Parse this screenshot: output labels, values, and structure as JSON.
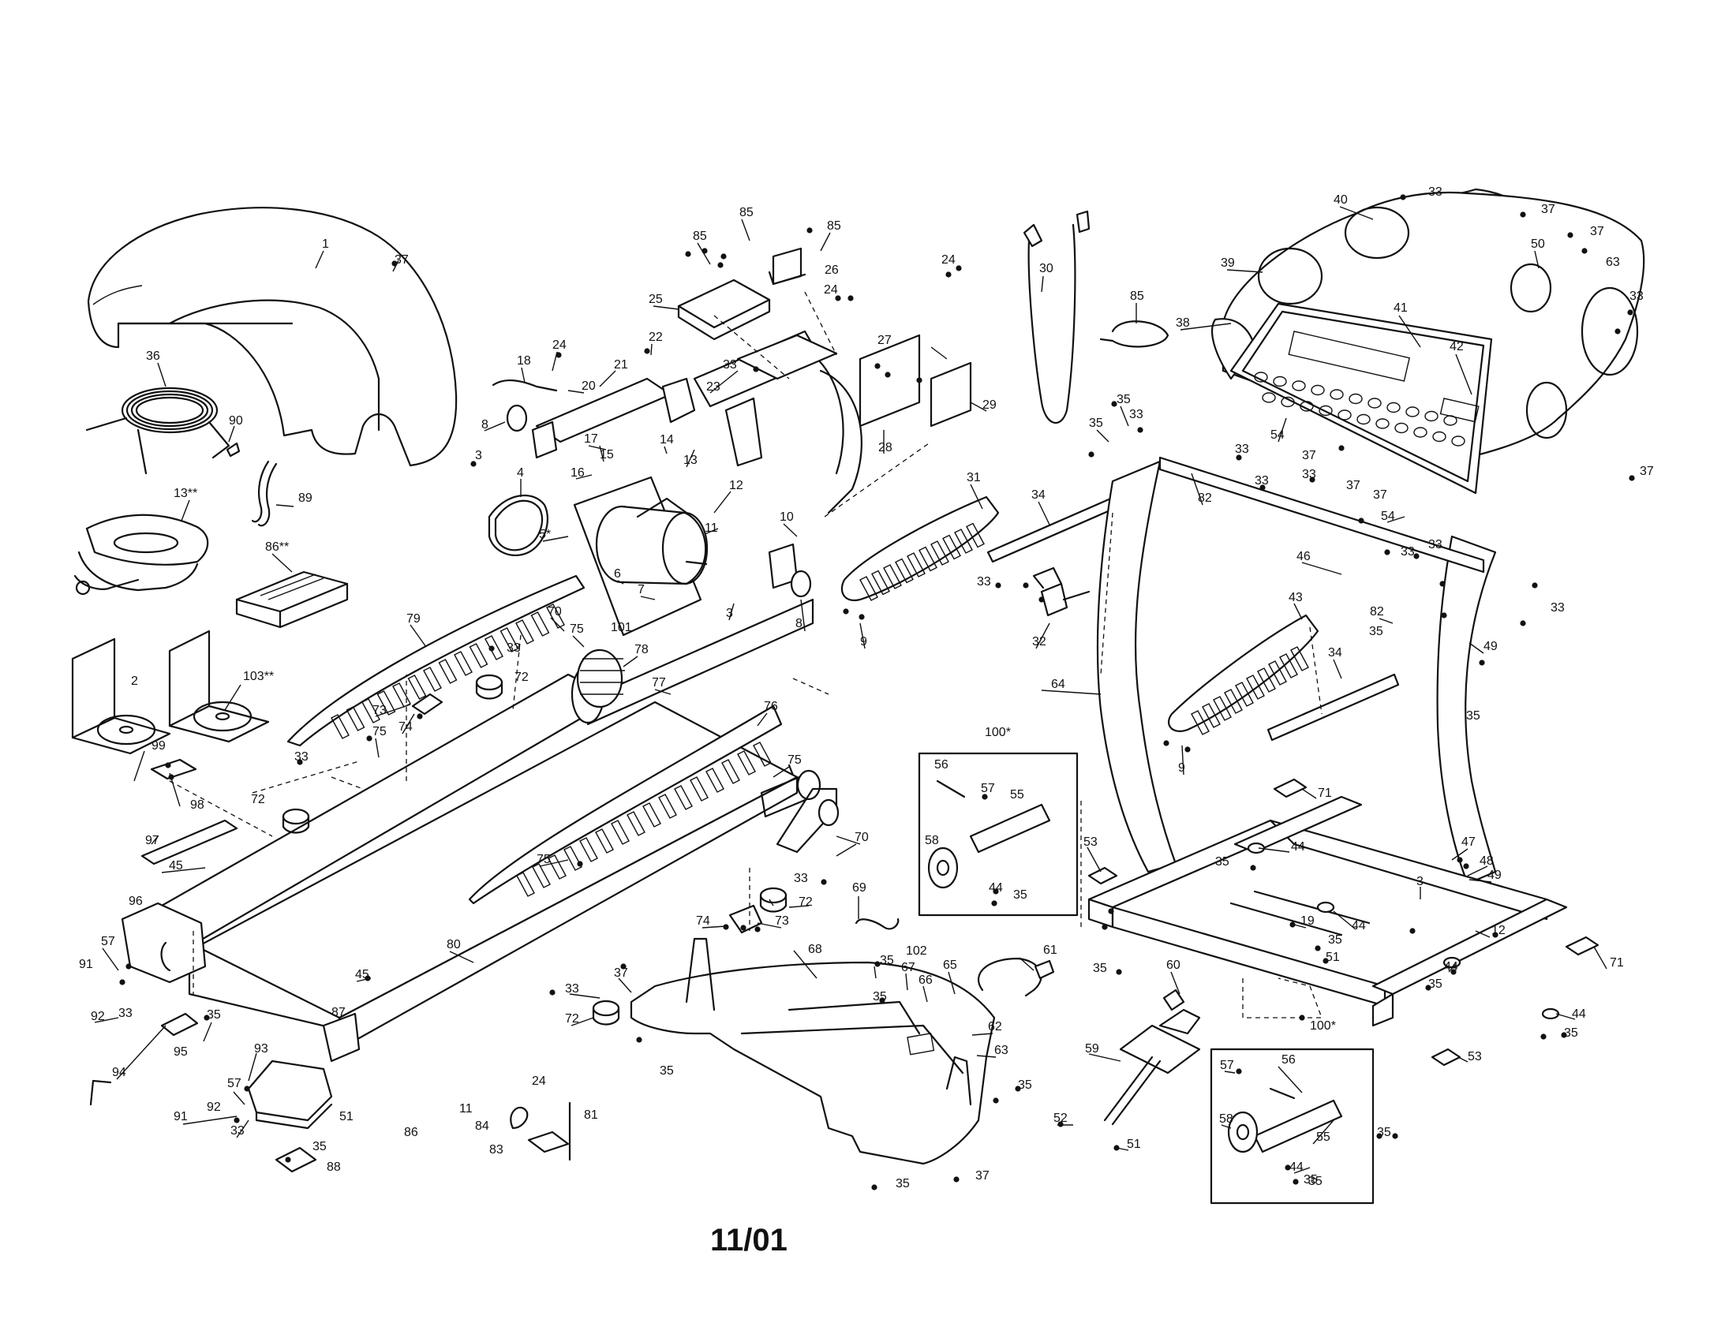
{
  "diagram": {
    "footer_date": "11/01",
    "part_labels": [
      "1",
      "2",
      "3",
      "4",
      "5*",
      "6",
      "7",
      "8",
      "9",
      "10",
      "11",
      "12",
      "13",
      "13**",
      "14",
      "15",
      "16",
      "17",
      "18",
      "19",
      "20",
      "21",
      "22",
      "23",
      "24",
      "25",
      "26",
      "27",
      "28",
      "29",
      "30",
      "31",
      "32",
      "33",
      "34",
      "35",
      "36",
      "37",
      "38",
      "39",
      "40",
      "41",
      "42",
      "43",
      "44",
      "45",
      "46",
      "47",
      "48",
      "49",
      "50",
      "51",
      "52",
      "53",
      "54",
      "55",
      "56",
      "57",
      "58",
      "59",
      "60",
      "61",
      "62",
      "63",
      "64",
      "65",
      "66",
      "67",
      "68",
      "69",
      "70",
      "71",
      "72",
      "73",
      "74",
      "75",
      "76",
      "77",
      "78",
      "79",
      "80",
      "81",
      "82",
      "83",
      "84",
      "85",
      "86",
      "86**",
      "87",
      "88",
      "89",
      "90",
      "91",
      "92",
      "93",
      "94",
      "95",
      "96",
      "97",
      "98",
      "99",
      "100*",
      "101",
      "102",
      "103**"
    ]
  }
}
